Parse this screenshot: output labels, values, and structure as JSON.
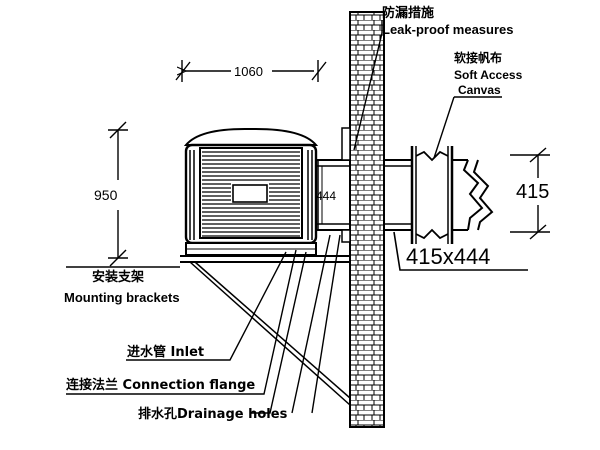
{
  "labels": {
    "leak_proof_cn": "防漏措施",
    "leak_proof_en": "Leak-proof measures",
    "soft_access_cn": "软接帆布",
    "soft_access_en_1": "Soft Access",
    "soft_access_en_2": "Canvas",
    "mounting_cn": "安装支架",
    "mounting_en": "Mounting brackets",
    "inlet": "进水管  Inlet",
    "connection": "连接法兰  Connection flange",
    "drainage": "排水孔Drainage holes"
  },
  "dimensions": {
    "width": "1060",
    "height": "950",
    "duct_inner": "444",
    "duct_height": "415",
    "duct_size": "415x444"
  },
  "colors": {
    "line": "#000000",
    "background": "#ffffff"
  }
}
